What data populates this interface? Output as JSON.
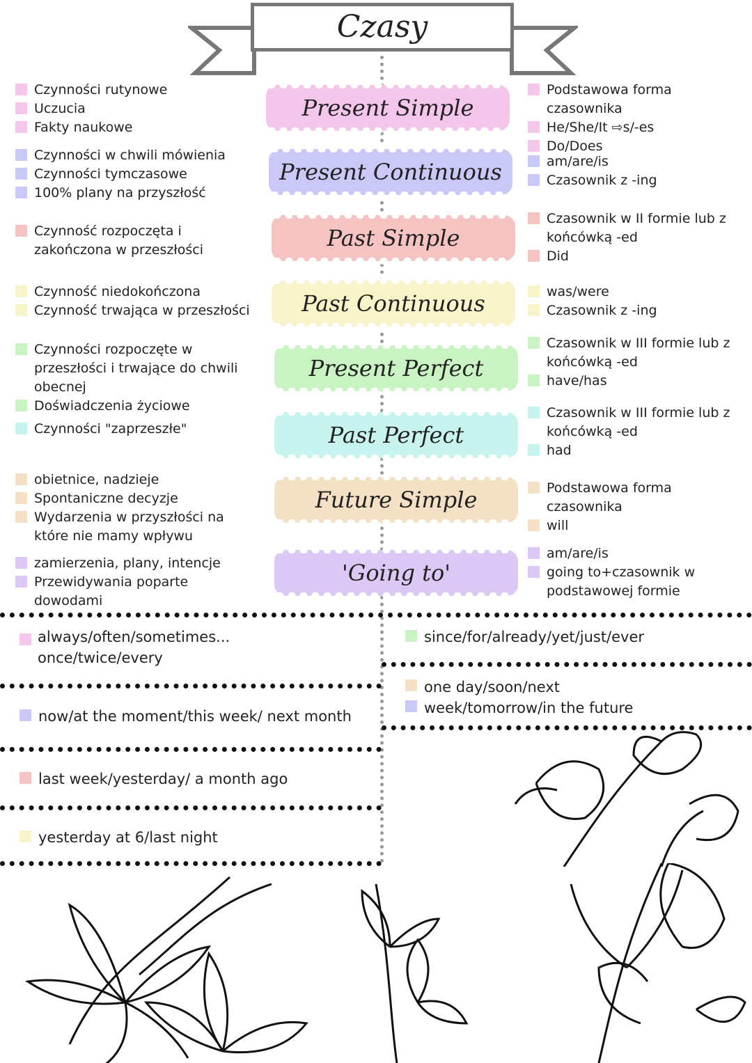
{
  "title": "Czasy",
  "colors": {
    "pink": "#f4c6ec",
    "lavender": "#c9c8f6",
    "salmon": "#f6c3c3",
    "yellow": "#f7f4c9",
    "green": "#caf3c3",
    "cyan": "#c8f4ef",
    "beige": "#f4e0c4",
    "purple": "#dcc8f4"
  },
  "tenses": [
    {
      "name": "Present Simple",
      "uses": [
        "Czynności rutynowe",
        "Uczucia",
        "Fakty naukowe"
      ],
      "forms": [
        "Podstawowa forma czasownika",
        "He/She/It ⇨s/-es",
        "Do/Does"
      ]
    },
    {
      "name": "Present Continuous",
      "uses": [
        "Czynności w chwili mówienia",
        "Czynności tymczasowe",
        "100% plany na przyszłość"
      ],
      "forms": [
        "am/are/is",
        "Czasownik z -ing"
      ]
    },
    {
      "name": "Past Simple",
      "uses": [
        "Czynność rozpoczęta i zakończona w przeszłości"
      ],
      "forms": [
        "Czasownik w II formie lub z końcówką -ed",
        "Did"
      ]
    },
    {
      "name": "Past Continuous",
      "uses": [
        "Czynność niedokończona",
        "Czynność trwająca w przeszłości"
      ],
      "forms": [
        "was/were",
        "Czasownik z -ing"
      ]
    },
    {
      "name": "Present Perfect",
      "uses": [
        "Czynności rozpoczęte w przeszłości i trwające do chwili obecnej",
        "Doświadczenia życiowe"
      ],
      "forms": [
        "Czasownik w III formie lub z końcówką -ed",
        "have/has"
      ]
    },
    {
      "name": "Past Perfect",
      "uses": [
        "Czynności \"zaprzeszłe\""
      ],
      "forms": [
        "Czasownik w III formie lub z końcówką -ed",
        "had"
      ]
    },
    {
      "name": "Future Simple",
      "uses": [
        "obietnice, nadzieje",
        "Spontaniczne decyzje",
        "Wydarzenia w przyszłości na które nie mamy wpływu"
      ],
      "forms": [
        "Podstawowa forma czasownika",
        "will"
      ]
    },
    {
      "name": "'Going to'",
      "uses": [
        "zamierzenia, plany, intencje",
        "Przewidywania poparte dowodami"
      ],
      "forms": [
        "am/are/is",
        "going to+czasownik w podstawowej formie"
      ]
    }
  ],
  "time_expressions": {
    "present_simple": "always/often/sometimes... once/twice/every",
    "present_continuous": "now/at the moment/this week/ next month",
    "past_simple": "last week/yesterday/ a month ago",
    "past_continuous": "yesterday at 6/last night",
    "present_perfect": "since/for/already/yet/just/ever",
    "future_a": "one day/soon/next",
    "future_b": "week/tomorrow/in the future"
  }
}
